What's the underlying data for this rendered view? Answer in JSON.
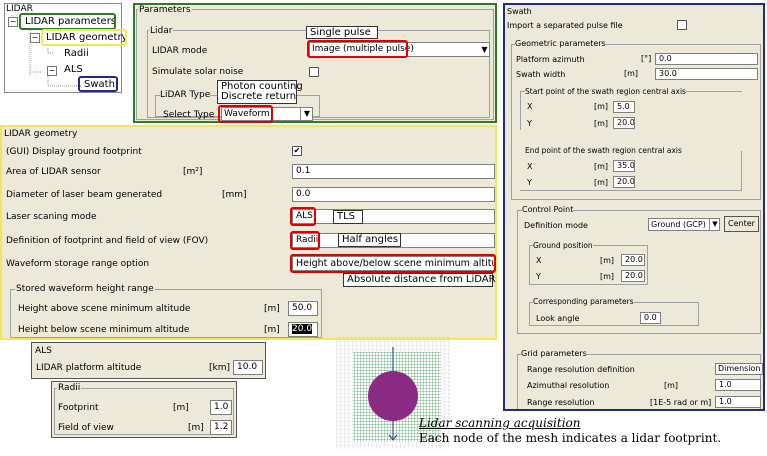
{
  "tree": {
    "root": "LIDAR",
    "parameters": "LIDAR parameters",
    "geometry": "LIDAR geometry",
    "radii": "Radii",
    "als": "ALS",
    "swath": "Swath"
  },
  "params_panel": {
    "title": "Parameters",
    "lidar_group": "Lidar",
    "mode_label": "LIDAR mode",
    "mode_value": "Image (multiple pulse)",
    "solar_label": "Simulate solar noise",
    "type_group": "LiDAR Type",
    "type_label": "Select Type",
    "type_value": "Waveform",
    "ann_single": "Single pulse",
    "ann_photon": "Photon counting",
    "ann_discrete": "Discrete return"
  },
  "geometry": {
    "title": "LIDAR geometry",
    "footprint_label": "(GUI) Display ground footprint",
    "footprint_check": "✔",
    "area_label": "Area of LIDAR sensor",
    "area_unit": "[m²]",
    "area_value": "0.1",
    "diameter_label": "Diameter of laser beam generated",
    "diameter_unit": "[mm]",
    "diameter_value": "0.0",
    "scan_label": "Laser scaning mode",
    "scan_value": "ALS",
    "scan_alt": "TLS",
    "fov_label": "Definition of footprint and field of view (FOV)",
    "fov_value": "Radii",
    "fov_alt": "Half angles",
    "wave_label": "Waveform storage range option",
    "wave_value": "Height above/below scene minimum altitude",
    "wave_alt": "Absolute distance from LiDAR",
    "stored_group": "Stored waveform height range",
    "above_label": "Height above scene minimum altitude",
    "above_unit": "[m]",
    "above_value": "50.0",
    "below_label": "Height below scene minimum altitude",
    "below_unit": "[m]",
    "below_value": "20.0"
  },
  "als_panel": {
    "title": "ALS",
    "alt_label": "LIDAR platform altitude",
    "alt_unit": "[km]",
    "alt_value": "10.0"
  },
  "radii_panel": {
    "title": "Radii",
    "fp_label": "Footprint",
    "fp_unit": "[m]",
    "fp_value": "1.0",
    "fov_label": "Field of view",
    "fov_unit": "[m]",
    "fov_value": "1.2"
  },
  "caption": {
    "title": "Lidar scanning acquisition",
    "text": "Each node of the mesh indicates a lidar footprint."
  },
  "swath": {
    "title": "Swath",
    "import_label": "Import a separated pulse file",
    "geo_group": "Geometric parameters",
    "azimuth_label": "Platform azimuth",
    "azimuth_unit": "[°]",
    "azimuth_value": "0.0",
    "width_label": "Swath width",
    "width_unit": "[m]",
    "width_value": "30.0",
    "start_group": "Start point of the swath region central axis",
    "start_x_label": "X",
    "start_x_unit": "[m]",
    "start_x_value": "5.0",
    "start_y_label": "Y",
    "start_y_unit": "[m]",
    "start_y_value": "20.0",
    "end_group": "End point of the swath region central axis",
    "end_x_label": "X",
    "end_x_unit": "[m]",
    "end_x_value": "35.0",
    "end_y_label": "Y",
    "end_y_unit": "[m]",
    "end_y_value": "20.0",
    "control_group": "Control Point",
    "def_mode_label": "Definition mode",
    "def_mode_value": "Ground (GCP)",
    "center_button": "Center",
    "ground_group": "Ground position",
    "gx_label": "X",
    "gx_unit": "[m]",
    "gx_value": "20.0",
    "gy_label": "Y",
    "gy_unit": "[m]",
    "gy_value": "20.0",
    "corr_group": "Corresponding parameters",
    "look_label": "Look angle",
    "look_value": "0.0",
    "grid_group": "Grid parameters",
    "range_def_label": "Range resolution definition",
    "range_def_value": "Dimension",
    "az_res_label": "Azimuthal resolution",
    "az_res_unit": "[m]",
    "az_res_value": "1.0",
    "range_res_label": "Range resolution",
    "range_res_unit": "[1E-5 rad or m]",
    "range_res_value": "1.0"
  },
  "colors": {
    "panel_bg": "#ece9d8",
    "green": "#2e7d1e",
    "yellow": "#f5e84a",
    "navy": "#1c2b8c",
    "red": "#e00000",
    "footprint": "#8b2a84",
    "mesh": "#3f9a55"
  }
}
